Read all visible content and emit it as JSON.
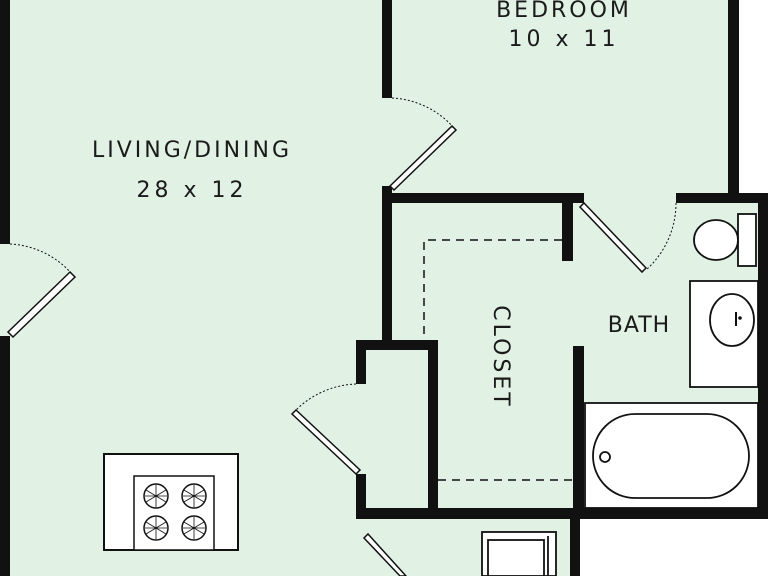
{
  "plan": {
    "colors": {
      "floor": "#e1f1e4",
      "wall": "#111111",
      "outside": "#ffffff"
    },
    "rooms": {
      "bedroom": {
        "name": "BEDROOM",
        "size": "10 x 11"
      },
      "living": {
        "name": "LIVING/DINING",
        "size": "28 x 12"
      },
      "closet": {
        "name": "CLOSET"
      },
      "bath": {
        "name": "BATH"
      }
    },
    "fixtures": [
      "toilet-icon",
      "sink-icon",
      "bathtub-icon",
      "stove-icon",
      "range-hood-icon"
    ]
  }
}
